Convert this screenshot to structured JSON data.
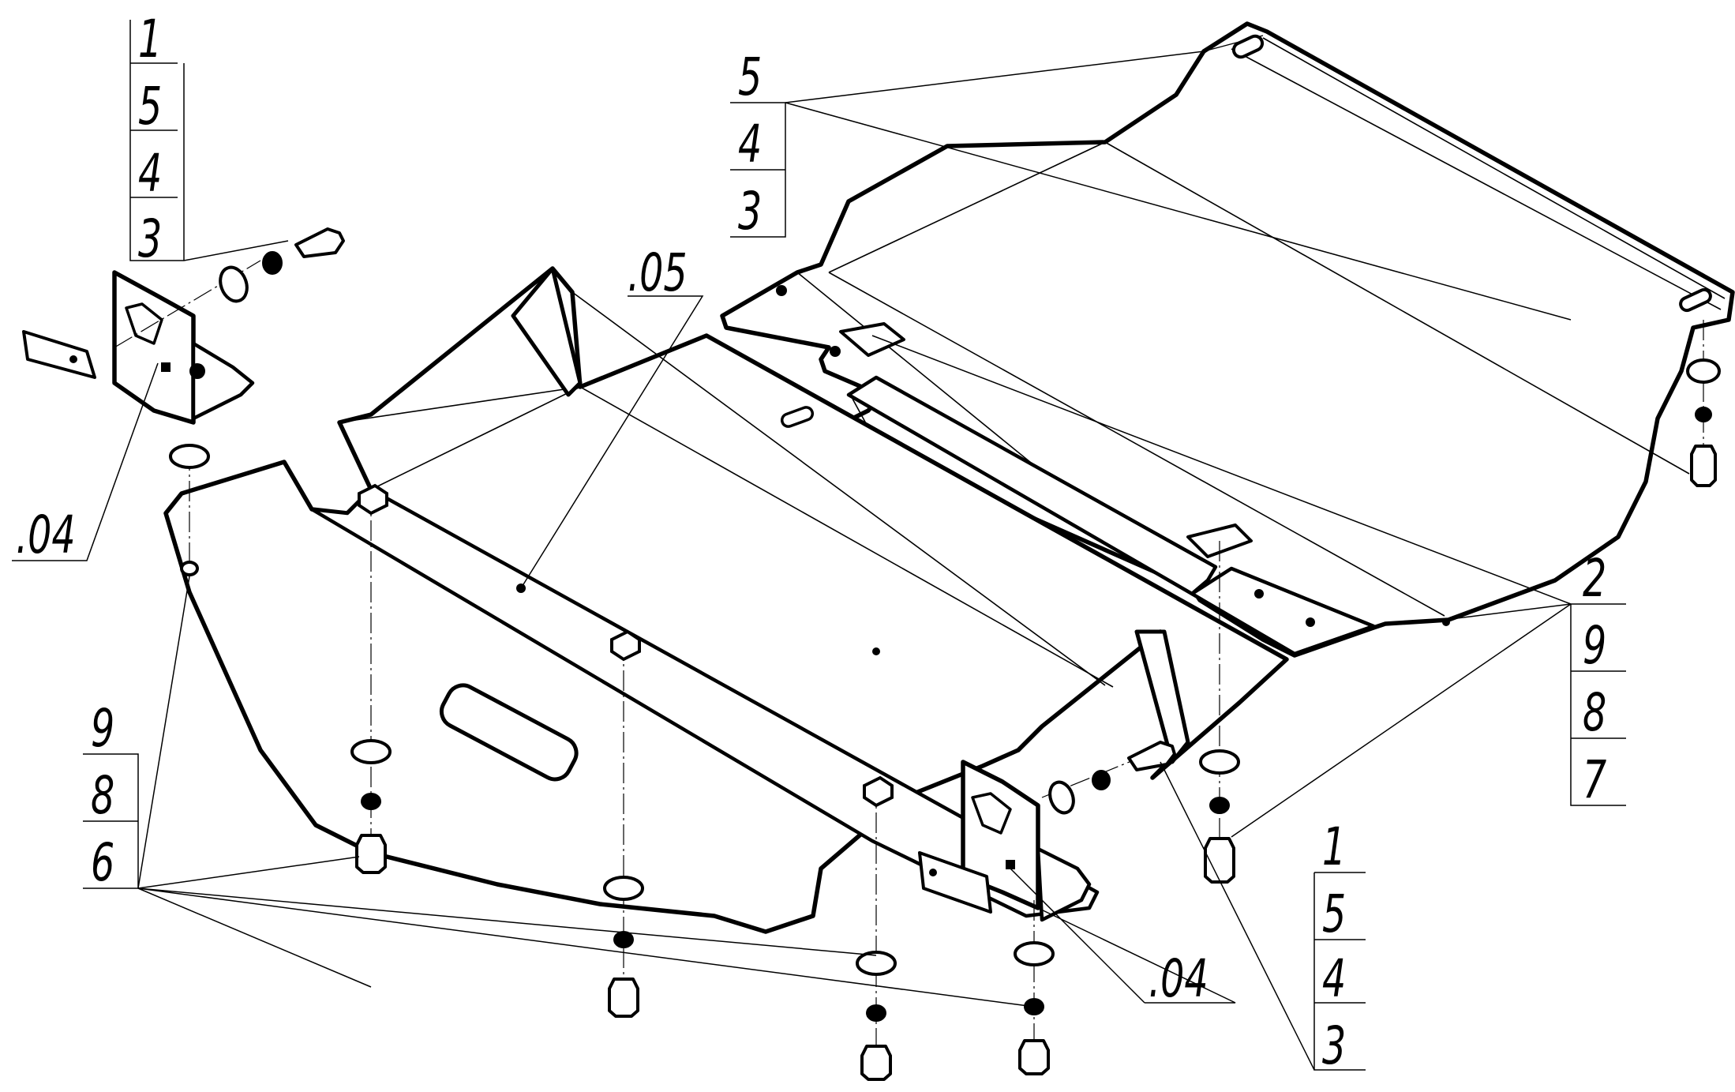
{
  "drawing": {
    "callouts": [
      {
        "id": "stack-top-left",
        "items": [
          "1",
          "5",
          "4",
          "3"
        ]
      },
      {
        "id": "stack-top-center",
        "items": [
          "5",
          "4",
          "3"
        ]
      },
      {
        "id": "stack-right",
        "items": [
          "2",
          "9",
          "8",
          "7"
        ]
      },
      {
        "id": "stack-bottom-left",
        "items": [
          "9",
          "8",
          "6"
        ]
      },
      {
        "id": "stack-bottom-center",
        "items": [
          "1",
          "5",
          "4",
          "3"
        ]
      }
    ],
    "subassemblies": {
      "bracket_left": ".04",
      "bracket_right": ".04",
      "shield": ".05"
    }
  }
}
